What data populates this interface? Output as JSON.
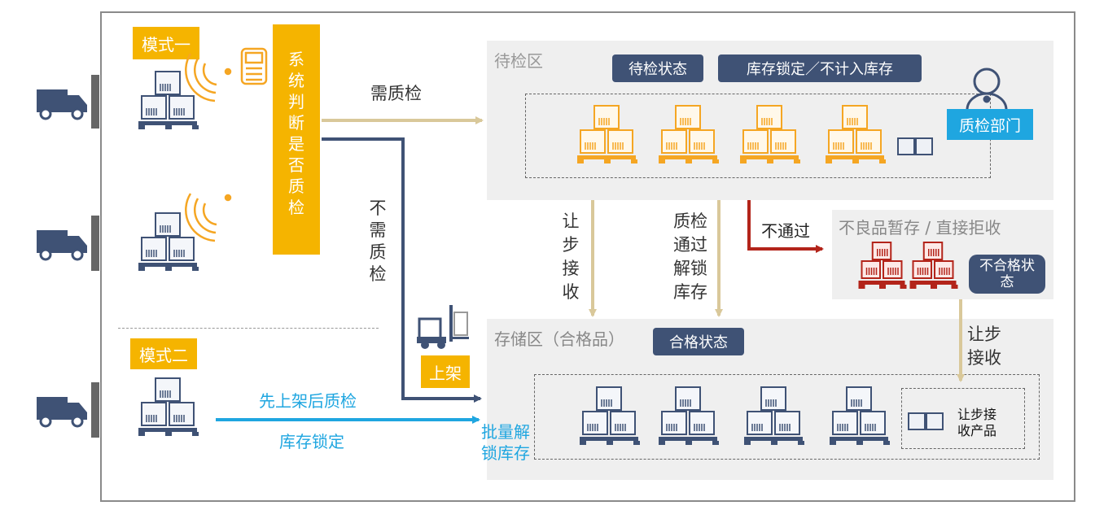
{
  "mode1": "模式一",
  "mode2": "模式二",
  "system_judge": "系统判断是否质检",
  "need_qc": "需质检",
  "no_need_qc": "不需质检",
  "shelve": "上架",
  "shelve_first": "先上架后质检",
  "stock_locked": "库存锁定",
  "batch_unlock": "批量解锁库存",
  "pending_zone": {
    "title": "待检区",
    "status_tag": "待检状态",
    "lock_tag": "库存锁定／不计入库存",
    "qc_department": "质检部门"
  },
  "concession_left": "让步接收",
  "qc_pass": "质检通过解锁库存",
  "fail": "不通过",
  "reject_zone": {
    "title": "不良品暂存 / 直接拒收",
    "status_tag": "不合格状态"
  },
  "concession_right": "让步接收",
  "storage_zone": {
    "title": "存储区（合格品）",
    "status_tag": "合格状态",
    "concession_product": "让步接收产品"
  },
  "colors": {
    "orange": "#f5b400",
    "navy": "#3f5275",
    "blue": "#1fa6e0",
    "tan": "#d9c89a",
    "red": "#b3241a",
    "truck": "#3f5275"
  }
}
